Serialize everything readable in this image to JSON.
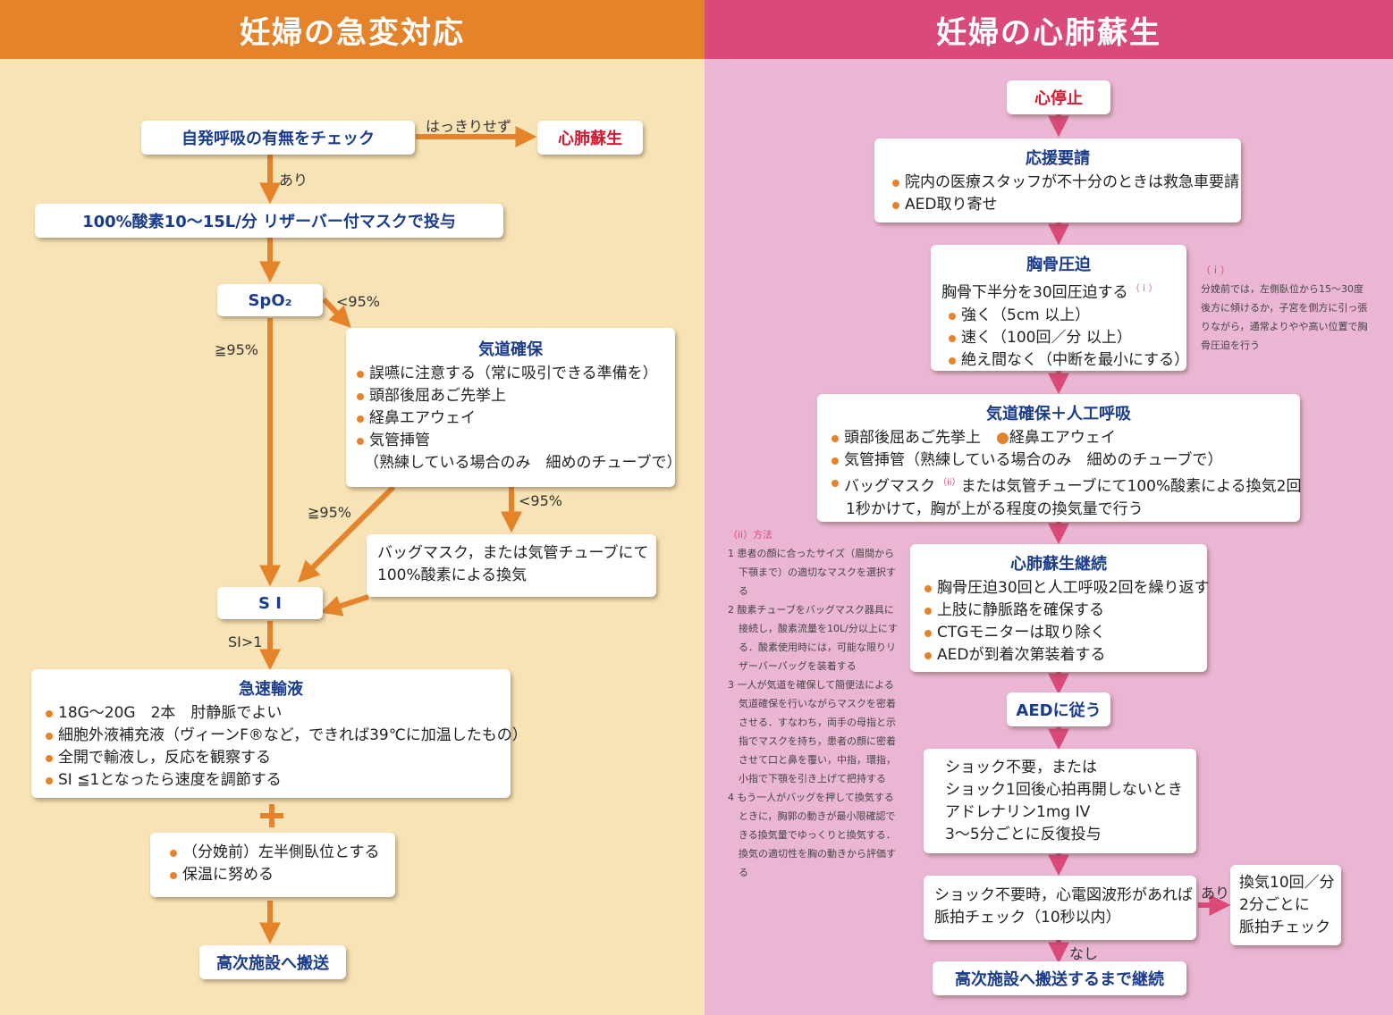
{
  "left": {
    "header": "妊婦の急変対応",
    "check_breathing": "自発呼吸の有無をチェック",
    "label_unclear": "はっきりせず",
    "cpr_link": "心肺蘇生",
    "label_yes": "あり",
    "oxygen": "100%酸素10～15L/分 リザーバー付マスクで投与",
    "spo2": "SpO₂",
    "label_lt95_a": "<95%",
    "label_ge95_a": "≧95%",
    "airway": {
      "title": "気道確保",
      "items": [
        "誤嚥に注意する（常に吸引できる準備を）",
        "頭部後屈あご先挙上",
        "経鼻エアウェイ",
        "気管挿管"
      ],
      "note": "（熟練している場合のみ　細めのチューブで）"
    },
    "label_ge95_b": "≧95%",
    "label_lt95_b": "<95%",
    "bag_mask": [
      "バッグマスク，または気管チューブにて",
      "100%酸素による換気"
    ],
    "si": "S I",
    "label_si_gt1": "SI>1",
    "fluids": {
      "title": "急速輸液",
      "items": [
        "18G～20G　2本　肘静脈でよい",
        "細胞外液補充液（ヴィーンF®など，できれば39℃に加温したもの）",
        "全開で輸液し，反応を観察する",
        "SI ≦1となったら速度を調節する"
      ]
    },
    "extra": [
      "（分娩前）左半側臥位とする",
      "保温に努める"
    ],
    "transfer": "高次施設へ搬送"
  },
  "right": {
    "header": "妊婦の心肺蘇生",
    "arrest": "心停止",
    "call_help": {
      "title": "応援要請",
      "items": [
        "院内の医療スタッフが不十分のときは救急車要請",
        "AED取り寄せ"
      ]
    },
    "compressions": {
      "title": "胸骨圧迫",
      "lead": "胸骨下半分を30回圧迫する",
      "lead_ref": "（ｉ）",
      "items": [
        "強く（5cm 以上）",
        "速く（100回／分 以上）",
        "絶え間なく（中断を最小にする）"
      ]
    },
    "note_i": {
      "head": "（ｉ）",
      "lines": [
        "分娩前では，左側臥位から15～30度",
        "後方に傾けるか，子宮を側方に引っ張",
        "りながら，通常よりやや高い位置で胸",
        "骨圧迫を行う"
      ]
    },
    "airway_breathing": {
      "title": "気道確保＋人工呼吸",
      "item1": "頭部後屈あご先挙上　",
      "item1b": "経鼻エアウェイ",
      "item2": "気管挿管（熟練している場合のみ　細めのチューブで）",
      "item3": "バッグマスク",
      "item3_ref": "（ii）",
      "item3_rest": "または気管チューブにて100%酸素による換気2回",
      "cont": "1秒かけて，胸が上がる程度の換気量で行う"
    },
    "note_ii": {
      "head": "（ii）方法",
      "items": [
        "1 患者の顔に合ったサイズ（眉間から下顎まで）の適切なマスクを選択する",
        "2 酸素チューブをバッグマスク器具に接続し，酸素流量を10L/分以上にする．酸素使用時には，可能な限りリザーバーバッグを装着する",
        "3 一人が気道を確保して簡便法による気道確保を行いながらマスクを密着させる．すなわち，両手の母指と示指でマスクを持ち，患者の顔に密着させて口と鼻を覆い，中指，環指，小指で下顎を引き上げて把持する",
        "4 もう一人がバッグを押して換気するときに，胸郭の動きが最小限確認できる換気量でゆっくりと換気する．換気の適切性を胸の動きから評価する"
      ]
    },
    "continue_cpr": {
      "title": "心肺蘇生継続",
      "items": [
        "胸骨圧迫30回と人工呼吸2回を繰り返す",
        "上肢に静脈路を確保する",
        "CTGモニターは取り除く",
        "AEDが到着次第装着する"
      ]
    },
    "aed": "AEDに従う",
    "adrenaline": [
      "ショック不要，または",
      "ショック1回後心拍再開しないとき",
      "アドレナリン1mg IV",
      "3～5分ごとに反復投与"
    ],
    "pulse_check": [
      "ショック不要時，心電図波形があれば",
      "脈拍チェック（10秒以内）"
    ],
    "label_yes": "あり",
    "ventilation": [
      "換気10回／分",
      "2分ごとに",
      "脈拍チェック"
    ],
    "label_no": "なし",
    "continue_until": "高次施設へ搬送するまで継続"
  },
  "colors": {
    "left_bg": "#f8e3b6",
    "left_header": "#e5832a",
    "right_bg": "#eab6d4",
    "right_header": "#d94a79",
    "arrow": "#e5832a",
    "title_text": "#1b3c8c",
    "alert_text": "#d41a32"
  }
}
